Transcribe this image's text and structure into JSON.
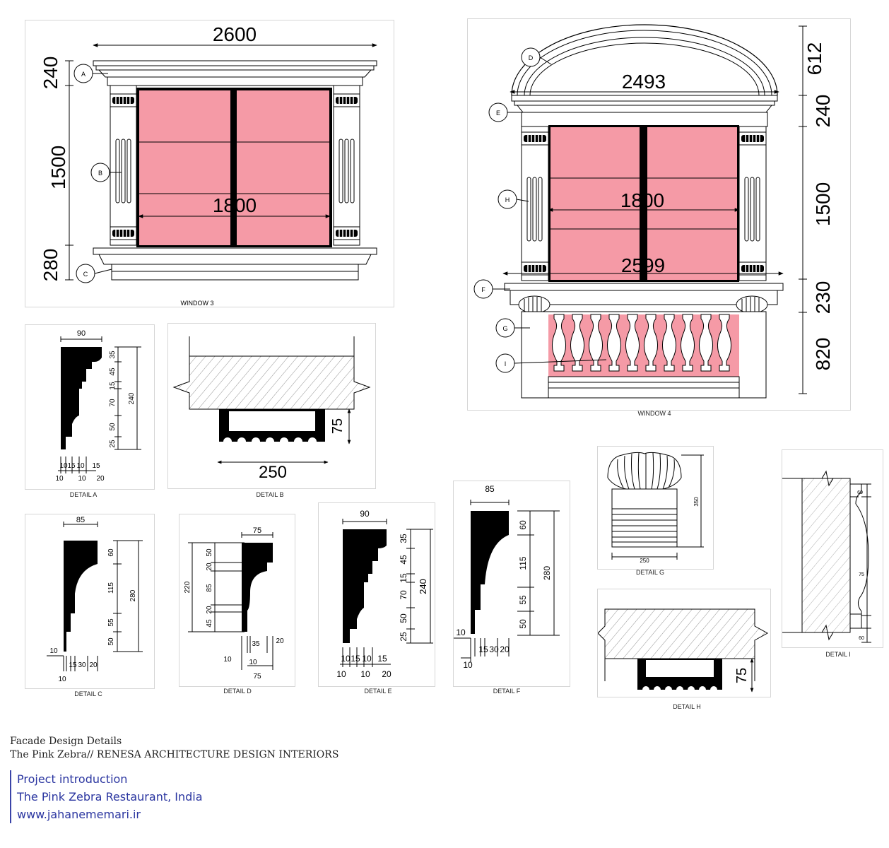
{
  "window3": {
    "caption": "WINDOW 3",
    "dims": {
      "width": "2600",
      "top": "240",
      "height": "1500",
      "bottom": "280",
      "inner": "1800"
    },
    "tags": [
      "A",
      "B",
      "C"
    ]
  },
  "window4": {
    "caption": "WINDOW 4",
    "dims": {
      "arch": "612",
      "top": "240",
      "height": "1500",
      "sill": "230",
      "balustrade": "820",
      "arch_width": "2493",
      "inner": "1800",
      "base_width": "2599"
    },
    "tags": [
      "D",
      "E",
      "F",
      "G",
      "H",
      "I"
    ]
  },
  "details": {
    "a": {
      "caption": "DETAIL A",
      "width": "90",
      "steps": [
        "35",
        "45",
        "15",
        "70",
        "50",
        "25"
      ],
      "total": "240",
      "bottom_top": [
        "10",
        "15",
        "10",
        "15"
      ],
      "bottom_low": [
        "10",
        "10",
        "20"
      ]
    },
    "b": {
      "caption": "DETAIL B",
      "width": "250",
      "depth": "75"
    },
    "c": {
      "caption": "DETAIL C",
      "width": "85",
      "steps": [
        "60",
        "115",
        "55",
        "50"
      ],
      "total": "280",
      "bottom": [
        "10",
        "15",
        "30",
        "20"
      ],
      "left": "10"
    },
    "d": {
      "caption": "DETAIL D",
      "width": "75",
      "steps": [
        "50",
        "20",
        "85",
        "20",
        "45"
      ],
      "total": "220",
      "bottom_a": "35",
      "bottom_b": "20",
      "bottom_c": "10",
      "bottom_d": "10",
      "bottom_e": "75"
    },
    "e": {
      "caption": "DETAIL E",
      "width": "90",
      "steps": [
        "35",
        "45",
        "15",
        "70",
        "50",
        "25"
      ],
      "total": "240",
      "bottom_top": [
        "10",
        "15",
        "10",
        "15"
      ],
      "bottom_low": [
        "10",
        "10",
        "20"
      ]
    },
    "f": {
      "caption": "DETAIL F",
      "width": "85",
      "steps": [
        "60",
        "115",
        "55",
        "50"
      ],
      "total": "280",
      "bottom": [
        "15",
        "30",
        "20"
      ],
      "left_top": "10",
      "left_low": "10"
    },
    "g": {
      "caption": "DETAIL G",
      "width": "250",
      "height": "350"
    },
    "h": {
      "caption": "DETAIL H",
      "depth": "75"
    },
    "i": {
      "caption": "DETAIL I",
      "top": "60",
      "mid": "75",
      "bottom": "60"
    }
  },
  "caption": {
    "line1": "Facade Design Details",
    "line2": "The Pink Zebra// RENESA ARCHITECTURE DESIGN INTERIORS"
  },
  "intro": {
    "line1": "Project introduction",
    "line2": "The Pink Zebra Restaurant, India",
    "line3": "www.jahanememari.ir"
  },
  "colors": {
    "glass": "#f59aa6",
    "ink": "#000000",
    "accent": "#2a35a0"
  }
}
